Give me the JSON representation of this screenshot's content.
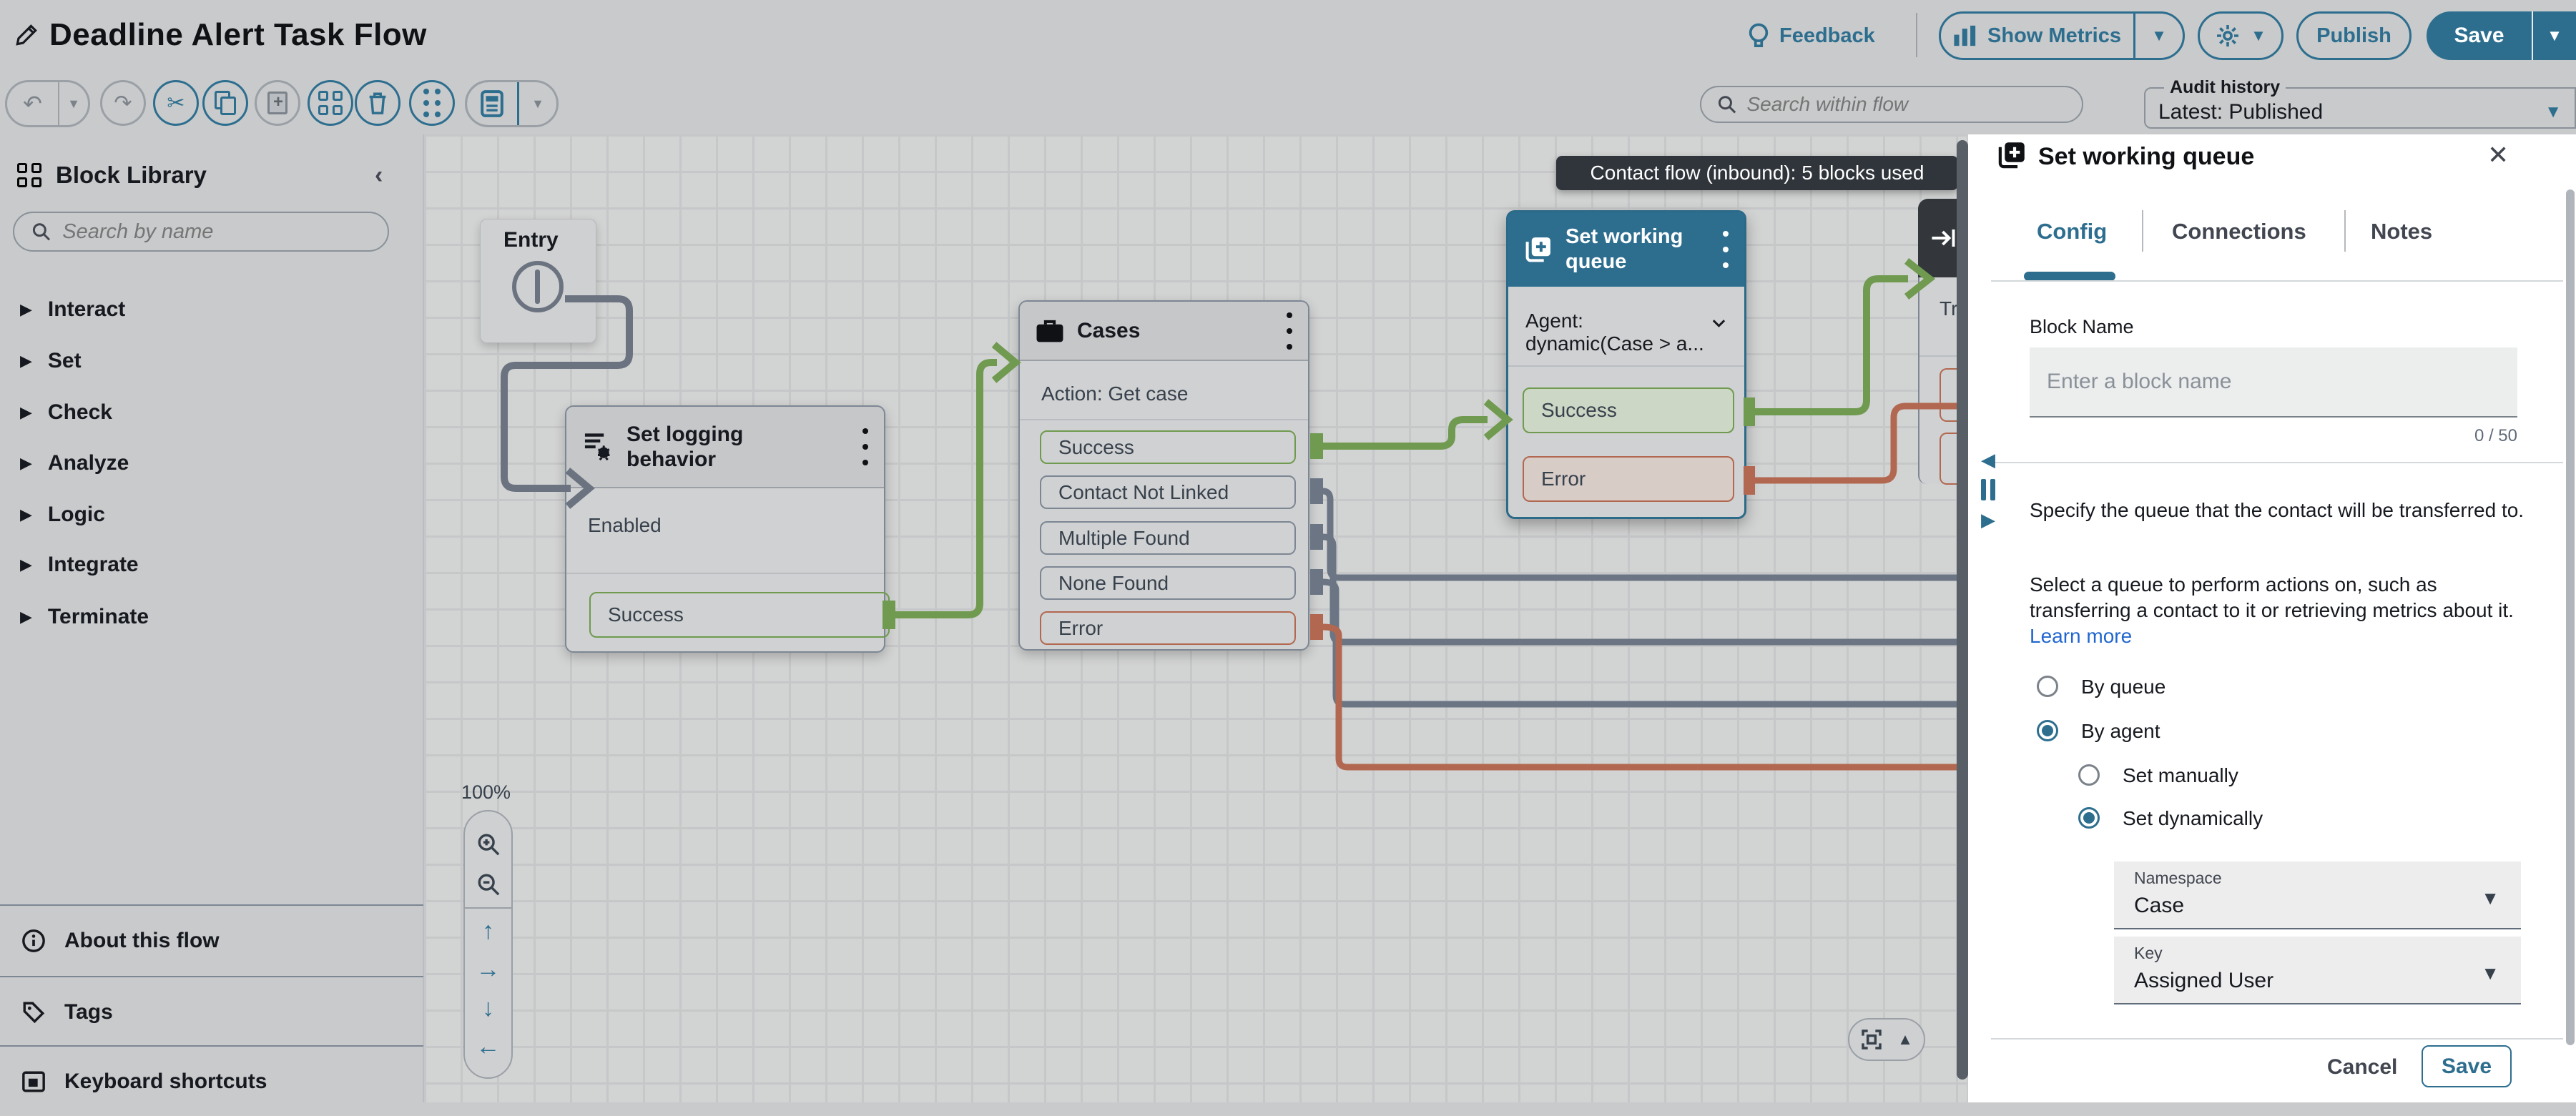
{
  "header": {
    "title": "Deadline Alert Task Flow",
    "feedback": "Feedback",
    "show_metrics": "Show Metrics",
    "publish": "Publish",
    "save": "Save"
  },
  "toolbar": {
    "search_placeholder": "Search within flow",
    "audit_label": "Audit history",
    "audit_value": "Latest: Published"
  },
  "sidebar": {
    "title": "Block Library",
    "search_placeholder": "Search by name",
    "categories": [
      {
        "label": "Interact"
      },
      {
        "label": "Set"
      },
      {
        "label": "Check"
      },
      {
        "label": "Analyze"
      },
      {
        "label": "Logic"
      },
      {
        "label": "Integrate"
      },
      {
        "label": "Terminate"
      }
    ],
    "footer": [
      {
        "label": "About this flow"
      },
      {
        "label": "Tags"
      },
      {
        "label": "Keyboard shortcuts"
      }
    ]
  },
  "canvas": {
    "tooltip": "Contact flow (inbound): 5 blocks used",
    "zoom_level": "100%",
    "entry": {
      "title": "Entry"
    },
    "set_logging": {
      "title_line1": "Set logging",
      "title_line2": "behavior",
      "row": "Enabled",
      "outputs": [
        "Success"
      ]
    },
    "cases": {
      "title": "Cases",
      "row": "Action: Get case",
      "outputs": [
        "Success",
        "Contact Not Linked",
        "Multiple Found",
        "None Found",
        "Error"
      ]
    },
    "set_working_queue": {
      "title": "Set working queue",
      "row": "Agent: dynamic(Case > a...",
      "outputs": [
        "Success",
        "Error"
      ]
    },
    "partial_block": {
      "row": "Tr"
    }
  },
  "panel": {
    "title": "Set working queue",
    "tabs": [
      "Config",
      "Connections",
      "Notes"
    ],
    "block_name_label": "Block Name",
    "block_name_placeholder": "Enter a block name",
    "char_counter": "0 / 50",
    "desc1": "Specify the queue that the contact will be transferred to.",
    "desc2": "Select a queue to perform actions on, such as transferring a contact to it or retrieving metrics about it.",
    "learn_more": "Learn more",
    "radios": [
      {
        "label": "By queue",
        "selected": false
      },
      {
        "label": "By agent",
        "selected": true
      },
      {
        "label": "Set manually",
        "selected": false
      },
      {
        "label": "Set dynamically",
        "selected": true
      }
    ],
    "namespace_label": "Namespace",
    "namespace_value": "Case",
    "key_label": "Key",
    "key_value": "Assigned User",
    "cancel": "Cancel",
    "save": "Save"
  },
  "colors": {
    "accent_blue": "#2d6e8f",
    "success_green": "#6f9a4f",
    "error_red": "#b26850",
    "connector_gray": "#6b7380",
    "chrome": "#c9cacb",
    "tooltip_bg": "#30353b"
  }
}
